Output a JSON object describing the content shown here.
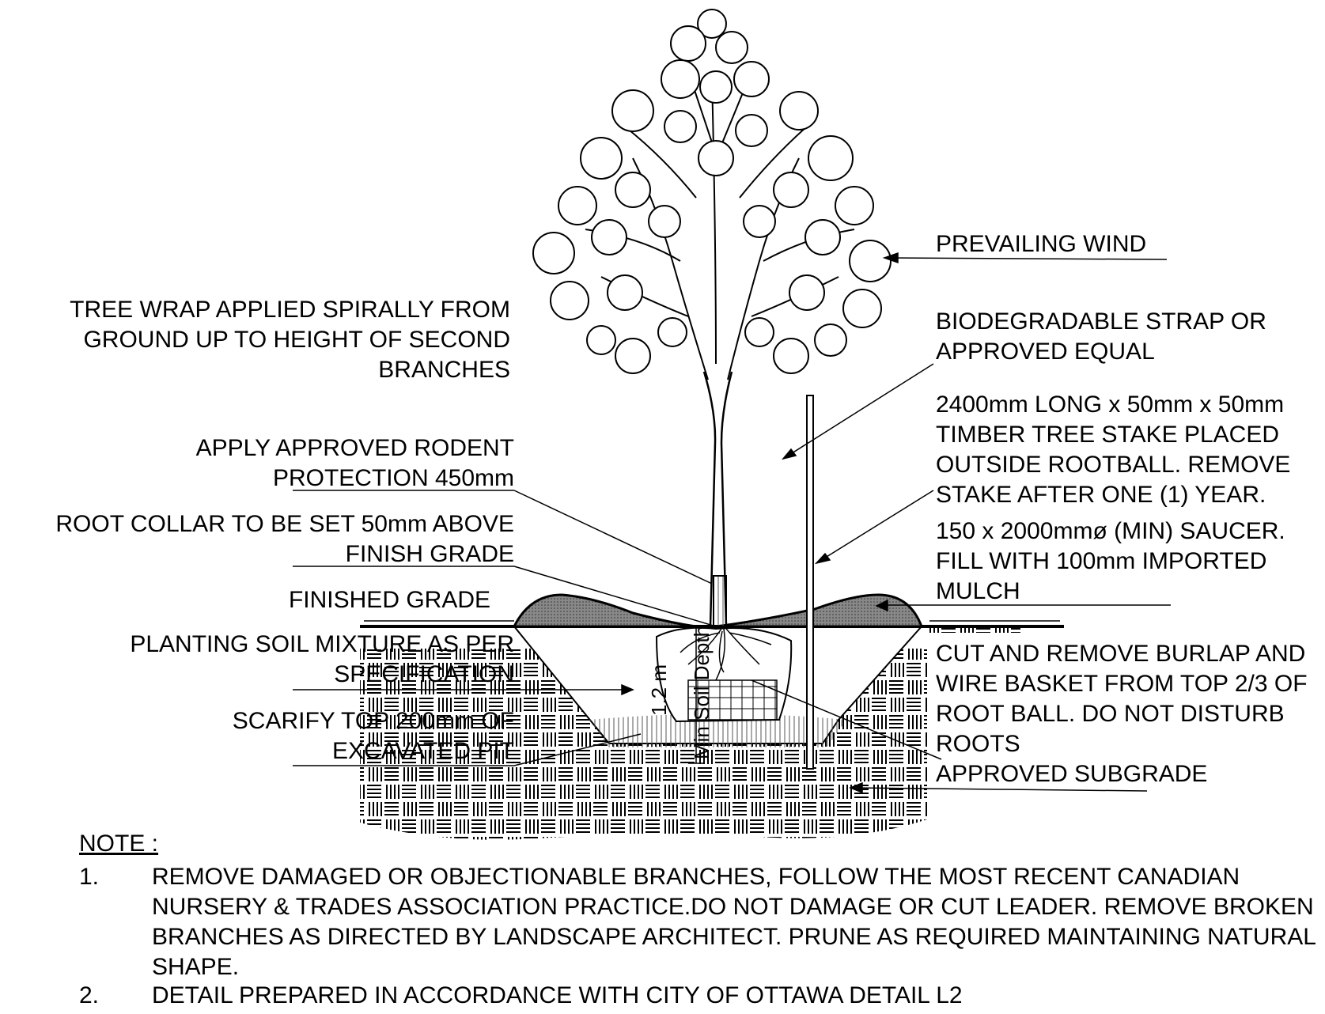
{
  "labels": {
    "prevailing_wind": "PREVAILING WIND",
    "strap": [
      "BIODEGRADABLE STRAP OR",
      "APPROVED EQUAL"
    ],
    "stake": [
      "2400mm LONG x 50mm x 50mm",
      "TIMBER TREE STAKE PLACED",
      "OUTSIDE ROOTBALL. REMOVE",
      "STAKE AFTER ONE (1) YEAR."
    ],
    "saucer": [
      "150 x 2000mmø (MIN) SAUCER.",
      "FILL WITH 100mm IMPORTED",
      "MULCH"
    ],
    "burlap": [
      "CUT AND REMOVE BURLAP AND",
      "WIRE BASKET FROM TOP 2/3 OF",
      "ROOT BALL.  DO NOT DISTURB",
      "ROOTS"
    ],
    "subgrade": "APPROVED SUBGRADE",
    "tree_wrap": [
      "TREE WRAP APPLIED SPIRALLY FROM",
      "GROUND UP TO HEIGHT OF SECOND",
      "BRANCHES"
    ],
    "rodent": [
      "APPLY APPROVED RODENT",
      "PROTECTION 450mm"
    ],
    "root_collar": [
      "ROOT COLLAR TO BE SET 50mm ABOVE",
      "FINISH GRADE"
    ],
    "finished_grade": "FINISHED GRADE",
    "planting_soil": [
      "PLANTING SOIL MIXTURE AS PER",
      "SPECIFICATION"
    ],
    "scarify": [
      "SCARIFY TOP 200mm OF",
      "EXCAVATED PIT"
    ],
    "dim_value": "1.2 m",
    "dim_text": "Min Soil Depth"
  },
  "notes": {
    "heading": "NOTE :",
    "items": [
      {
        "num": "1.",
        "text": "REMOVE DAMAGED OR OBJECTIONABLE BRANCHES, FOLLOW THE MOST RECENT CANADIAN NURSERY & TRADES ASSOCIATION PRACTICE.DO NOT DAMAGE OR CUT LEADER. REMOVE BROKEN BRANCHES AS DIRECTED BY LANDSCAPE ARCHITECT. PRUNE AS REQUIRED MAINTAINING NATURAL SHAPE."
      },
      {
        "num": "2.",
        "text": "DETAIL PREPARED IN ACCORDANCE WITH CITY OF OTTAWA DETAIL L2"
      }
    ]
  }
}
